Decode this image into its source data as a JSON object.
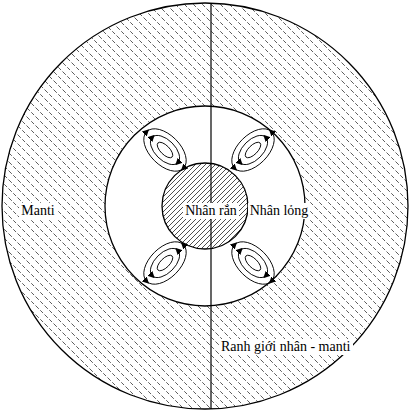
{
  "diagram": {
    "nodes": [
      {
        "text": [
          "Manti"
        ]
      },
      {
        "text": [
          "Nhân lỏng"
        ],
        "in": 0
      },
      {
        "text": [
          "Nhân rắn"
        ],
        "in": 1
      }
    ],
    "labels": [
      "Ranh giới nhân - manti"
    ]
  }
}
